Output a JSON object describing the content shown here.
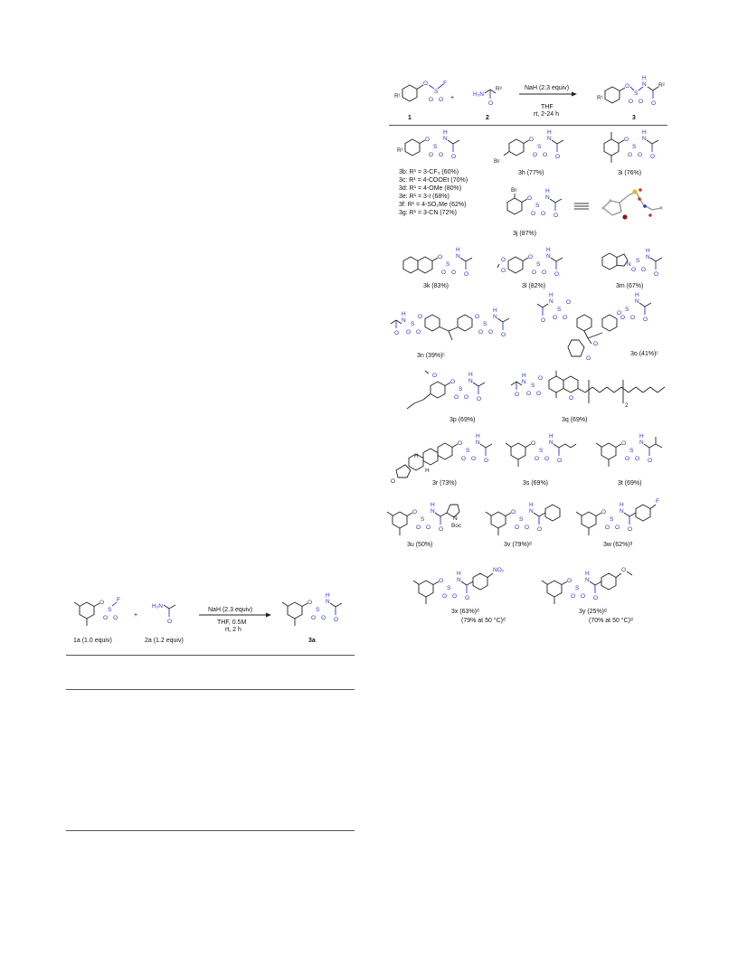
{
  "scheme_top": {
    "reagent_1_label": "1",
    "plus": "+",
    "reagent_2_label": "2",
    "conditions_above": "NaH (2.3 equiv)",
    "conditions_below_1": "THF",
    "conditions_below_2": "rt, 2-24 h",
    "product_label": "3"
  },
  "scheme_left": {
    "reagent_1_label": "1a (1.0 equiv)",
    "plus": "+",
    "reagent_2_label": "2a (1.2 equiv)",
    "conditions_above": "NaH (2.3 equiv)",
    "conditions_below_1": "THF, 0.5M",
    "conditions_below_2": "rt, 2 h",
    "product_label": "3a"
  },
  "atoms": {
    "O": "O",
    "S": "S",
    "F": "F",
    "N": "N",
    "H": "H",
    "Br": "Br",
    "R1": "R¹",
    "R2": "R²",
    "H2N": "H₂N",
    "NO2": "NO₂",
    "Boc": "Boc"
  },
  "series_3b_3g": [
    "3b: R¹ = 3-CF₃ (60%)",
    "3c: R¹ = 4-COOEt (70%)",
    "3d: R¹ = 4-OMe (80%)",
    "3e: R¹ = 3-I (68%)",
    "3f: R¹ = 4-SO₂Me (62%)",
    "3g: R¹ = 3-CN (72%)"
  ],
  "products": {
    "h": "3h (77%)",
    "i": "3i (76%)",
    "j": "3j (87%)",
    "k": "3k (83%)",
    "l": "3l (82%)",
    "m": "3m (67%)",
    "n": "3n (39%)ᶜ",
    "o": "3o (41%)ᶜ",
    "p": "3p (69%)",
    "q": "3q (69%)",
    "q_sub": "2",
    "r": "3r (73%)",
    "s": "3s (69%)",
    "t": "3t (69%)",
    "u": "3u (50%)",
    "v": "3v (79%)ᵈ",
    "w": "3w (62%)ᵈ",
    "x": "3x (63%)ᵈ",
    "x_note": "(79% at 50 °C)ᵈ",
    "y": "3y (25%)ᵈ",
    "y_note": "(70% at 50 °C)ᵈ"
  }
}
